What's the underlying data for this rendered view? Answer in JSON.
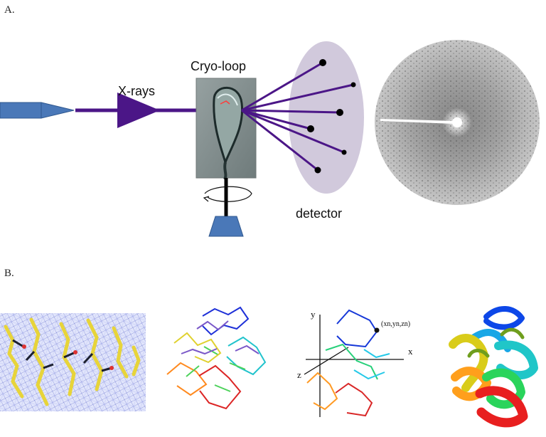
{
  "panels": {
    "a_label": "A.",
    "b_label": "B."
  },
  "panel_a": {
    "xray_label": "X-rays",
    "cryoloop_label": "Cryo-loop",
    "detector_label": "detector"
  },
  "panel_b": {
    "axis_y": "y",
    "axis_x": "x",
    "axis_z": "z",
    "coordinate_label": "(xn,yn,zn)"
  },
  "colors": {
    "beam": "#4b1687",
    "source": "#4a78b8",
    "detector": "#c9c0d6",
    "mount": "#4a78b8",
    "density_mesh": "#8f97e8",
    "backbone": "#e7d43a"
  }
}
